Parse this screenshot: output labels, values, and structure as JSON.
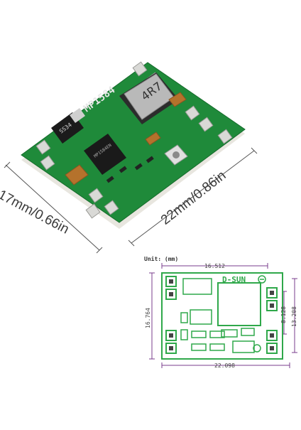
{
  "photo": {
    "chip_marking": "MP1584",
    "inductor_marking": "4R7",
    "diode_marking": "SS34",
    "ic_marking": "MP1584EN"
  },
  "labels": {
    "width_dimension": "17mm/0.66in",
    "length_dimension": "22mm/0.86in"
  },
  "drawing": {
    "unit_label": "Unit: (mm)",
    "brand": "D-SUN",
    "dim_top": "16.512",
    "dim_bottom": "22.098",
    "dim_left": "16.764",
    "dim_right_inner": "8.128",
    "dim_right_outer": "13.208"
  },
  "colors": {
    "pcb_green": "#1f8a3a",
    "drawing_green": "#2fa84a",
    "dimension_purple": "#7a3c8c"
  }
}
